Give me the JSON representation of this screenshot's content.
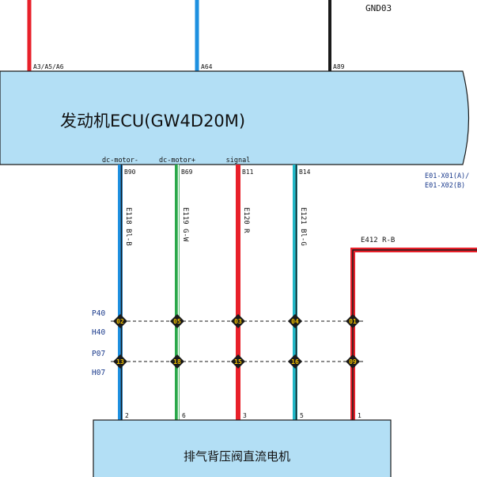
{
  "ecu": {
    "title": "发动机ECU(GW4D20M)",
    "connector_ref_a": "E01-X01(A)/",
    "connector_ref_b": "E01-X02(B)",
    "top_pins": [
      {
        "label": "A3/A5/A6",
        "color": "#e8202a"
      },
      {
        "label": "A64",
        "color": "#1e90e0"
      },
      {
        "label": "A89",
        "color": "#1a1a1a"
      }
    ],
    "ground_label": "GND03"
  },
  "wires": [
    {
      "signal": "dc-motor-",
      "ecu_pin": "B90",
      "code": "E118 Bl-B",
      "primary": "#1e90e0",
      "stripe": "#1a1a1a",
      "top_node": "02",
      "bottom_node": "13",
      "motor_pin": "2"
    },
    {
      "signal": "dc-motor+",
      "ecu_pin": "B69",
      "code": "E119 G-W",
      "primary": "#2aa84a",
      "stripe": "#ffffff",
      "top_node": "05",
      "bottom_node": "18",
      "motor_pin": "6"
    },
    {
      "signal": "signal",
      "ecu_pin": "B11",
      "code": "E120 R",
      "primary": "#e8202a",
      "stripe": "",
      "top_node": "03",
      "bottom_node": "15",
      "motor_pin": "3"
    },
    {
      "signal": "",
      "ecu_pin": "B14",
      "code": "E121 Bl-G",
      "primary": "#20b8c8",
      "stripe": "#1a1a1a",
      "top_node": "04",
      "bottom_node": "16",
      "motor_pin": "5"
    }
  ],
  "power_wire": {
    "code": "E412 R-B",
    "primary": "#e8202a",
    "stripe": "#1a1a1a",
    "top_node": "01",
    "bottom_node": "09",
    "motor_pin": "1"
  },
  "connectors": {
    "upper_p": "P40",
    "upper_h": "H40",
    "lower_p": "P07",
    "lower_h": "H07"
  },
  "motor": {
    "title": "排气背压阀直流电机"
  },
  "colors": {
    "ecu_fill": "#b3dff5",
    "motor_fill": "#b3dff5",
    "node_fill": "#1a1a1a",
    "node_text": "#f2c200",
    "connector_label": "#1a3a8c"
  }
}
